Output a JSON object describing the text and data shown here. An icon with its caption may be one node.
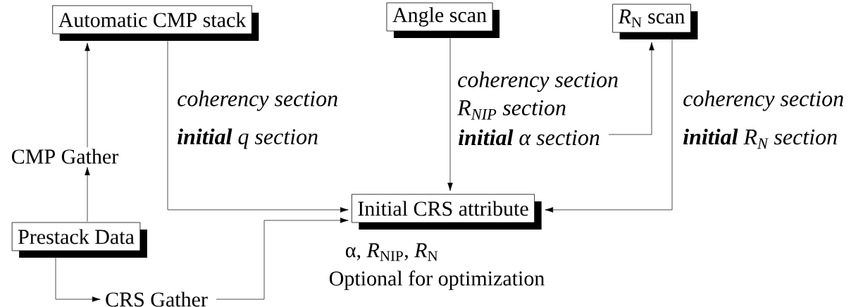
{
  "diagram": {
    "nodes": [
      {
        "text": [
          "Automatic CMP stack"
        ]
      },
      {
        "text": [
          "Angle scan"
        ]
      },
      {
        "text": [
          "*R*$_{N}$ scan"
        ]
      },
      {
        "text": [
          "CMP Gather"
        ]
      },
      {
        "text": [
          "Initial CRS attribute"
        ],
        "beside": [
          "α, *R*$_{NIP}$, *R*$_{N}$",
          "Optional for optimization"
        ]
      },
      {
        "text": [
          "Prestack Data"
        ]
      },
      {
        "text": [
          "CRS Gather"
        ]
      },
      {
        "text": [
          "**initial** α section"
        ]
      }
    ],
    "edges": [
      {
        "from": 5,
        "to": 3,
        "arrow": "to"
      },
      {
        "from": 3,
        "to": 0,
        "arrow": "to"
      },
      {
        "from": 5,
        "to": 6,
        "arrow": "to"
      },
      {
        "from": 6,
        "to": 4,
        "arrow": "to"
      },
      {
        "from": 0,
        "to": 4,
        "arrow": "to"
      },
      {
        "from": 1,
        "to": 4,
        "arrow": "to"
      },
      {
        "from": 7,
        "to": 2,
        "arrow": "to"
      },
      {
        "from": 2,
        "to": 4,
        "arrow": "to"
      }
    ],
    "labels": [
      "coherency section",
      "**initial** q section",
      "coherency section",
      "R$_{NIP}$ section",
      "coherency section",
      "**initial** R$_{N}$ section"
    ]
  }
}
